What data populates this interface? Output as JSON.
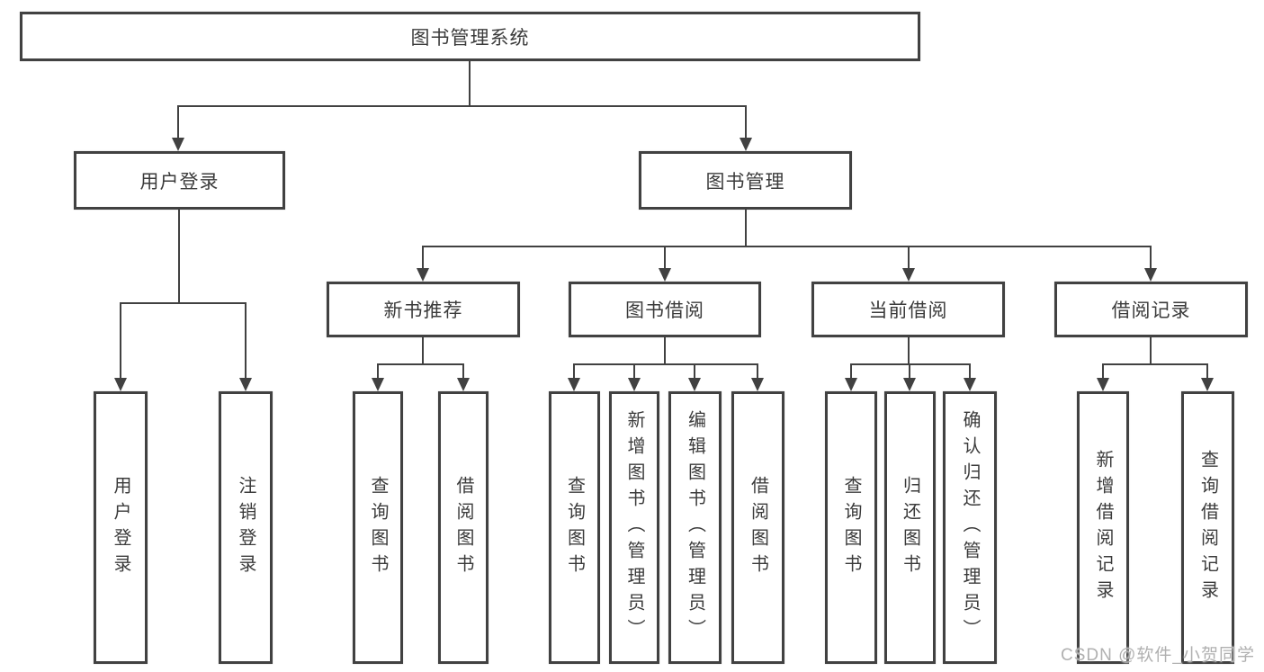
{
  "watermark": "CSDN @软件_小贺同学",
  "colors": {
    "line": "#414141",
    "text": "#3b3b3b",
    "watermark": "#b0b0b0",
    "background": "#ffffff"
  },
  "tree": {
    "root": "图书管理系统",
    "branches": [
      {
        "label": "用户登录",
        "children": [
          {
            "label": "用户登录"
          },
          {
            "label": "注销登录"
          }
        ]
      },
      {
        "label": "图书管理",
        "children": [
          {
            "label": "新书推荐",
            "children": [
              {
                "label": "查询图书"
              },
              {
                "label": "借阅图书"
              }
            ]
          },
          {
            "label": "图书借阅",
            "children": [
              {
                "label": "查询图书"
              },
              {
                "label": "新增图书（管理员）"
              },
              {
                "label": "编辑图书（管理员）"
              },
              {
                "label": "借阅图书"
              }
            ]
          },
          {
            "label": "当前借阅",
            "children": [
              {
                "label": "查询图书"
              },
              {
                "label": "归还图书"
              },
              {
                "label": "确认归还（管理员）"
              }
            ]
          },
          {
            "label": "借阅记录",
            "children": [
              {
                "label": "新增借阅记录"
              },
              {
                "label": "查询借阅记录"
              }
            ]
          }
        ]
      }
    ]
  }
}
